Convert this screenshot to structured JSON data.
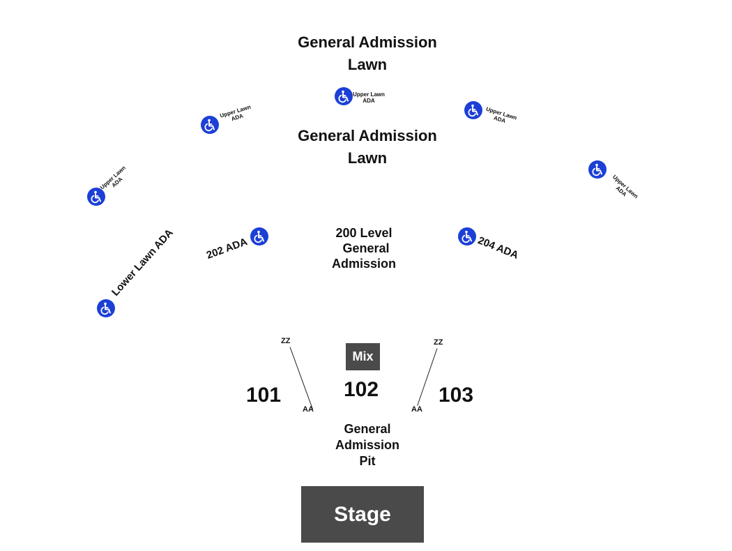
{
  "lawn": {
    "line1": "General Admission",
    "line2": "Lawn"
  },
  "upper_ga": {
    "line1": "General Admission",
    "line2": "Lawn"
  },
  "level200": {
    "line1": "200 Level",
    "line2": "General",
    "line3": "Admission"
  },
  "upper_ada": {
    "line1": "Upper Lawn",
    "line2": "ADA"
  },
  "ada_labels": {
    "lower_lawn": "Lower Lawn ADA",
    "s202": "202 ADA",
    "s204": "204 ADA"
  },
  "sections": {
    "s101": "101",
    "s102": "102",
    "s103": "103"
  },
  "rows": {
    "zz": "ZZ",
    "aa": "AA"
  },
  "mix": "Mix",
  "pit": {
    "line1": "General",
    "line2": "Admission",
    "line3": "Pit"
  },
  "stage": "Stage",
  "colors": {
    "ada_blue": "#1c3fd6",
    "box_gray": "#4a4a4a"
  },
  "icons": {
    "accessibility": "wheelchair-icon"
  }
}
